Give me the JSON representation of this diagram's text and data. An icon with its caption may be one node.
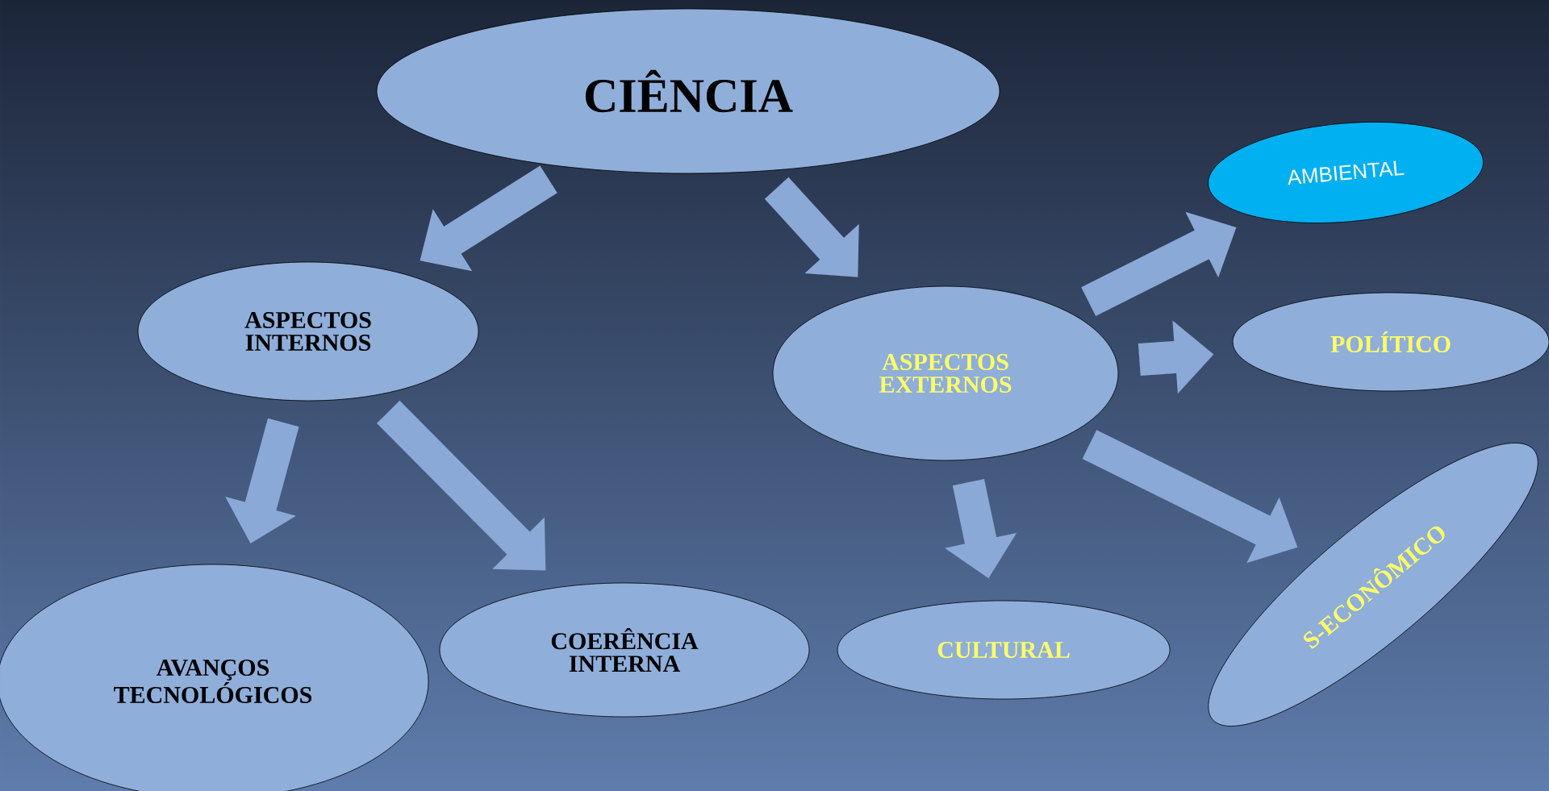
{
  "diagram": {
    "nodes": [
      {
        "text": [
          "CIÊNCIA"
        ]
      },
      {
        "text": [
          "AMBIENTAL"
        ]
      },
      {
        "text": [
          "ASPECTOS INTERNOS"
        ]
      },
      {
        "text": [
          "ASPECTOS EXTERNOS"
        ]
      },
      {
        "text": [
          "POLÍTICO"
        ]
      },
      {
        "text": [
          "S-ECONÔMICO"
        ]
      },
      {
        "text": [
          "AVANÇOS TECNOLÓGICOS"
        ]
      },
      {
        "text": [
          "COERÊNCIA INTERNA"
        ]
      },
      {
        "text": [
          "CULTURAL"
        ]
      }
    ],
    "edges": [
      {
        "from": 0,
        "to": 2,
        "arrow": "to"
      },
      {
        "from": 0,
        "to": 3,
        "arrow": "to"
      },
      {
        "from": 3,
        "to": 1,
        "arrow": "to"
      },
      {
        "from": 3,
        "to": 4,
        "arrow": "to"
      },
      {
        "from": 3,
        "to": 5,
        "arrow": "to"
      },
      {
        "from": 3,
        "to": 8,
        "arrow": "to"
      },
      {
        "from": 2,
        "to": 6,
        "arrow": "to"
      },
      {
        "from": 2,
        "to": 7,
        "arrow": "to"
      }
    ]
  }
}
